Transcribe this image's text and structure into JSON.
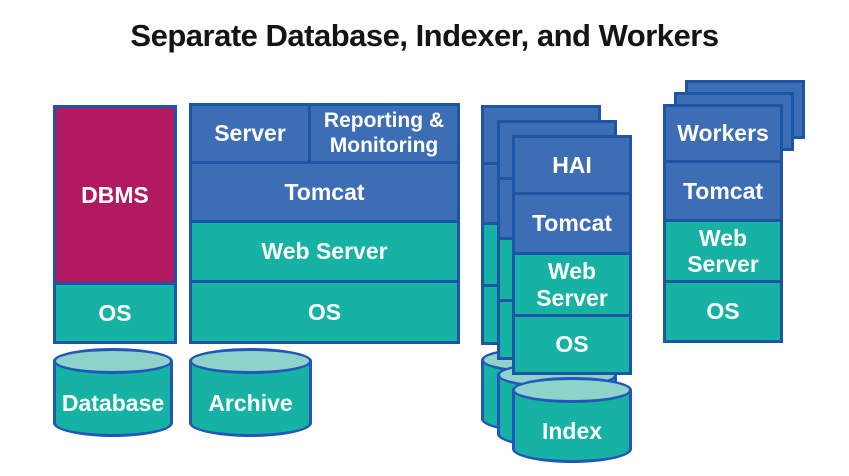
{
  "title": "Separate Database, Indexer, and Workers",
  "colors": {
    "blue_fill": "#3d6db5",
    "blue_border": "#1d55a6",
    "teal_fill": "#16b2a3",
    "teal_light": "#8ed2ca",
    "magenta_fill": "#b11960",
    "cylinder_border": "#2057b8",
    "label_text": "#ffffff",
    "title_text": "#141414"
  },
  "columns": {
    "database": {
      "dbms": "DBMS",
      "os": "OS",
      "storage": "Database"
    },
    "app": {
      "server": "Server",
      "reporting": "Reporting & Monitoring",
      "tomcat": "Tomcat",
      "web_server": "Web Server",
      "os": "OS",
      "storage": "Archive"
    },
    "indexer": {
      "hai": "HAI",
      "tomcat": "Tomcat",
      "web_server": "Web Server",
      "os": "OS",
      "storage": "Index",
      "stack_count": 3
    },
    "workers": {
      "workers": "Workers",
      "tomcat": "Tomcat",
      "web_server": "Web Server",
      "os": "OS",
      "stack_count": 3
    }
  }
}
